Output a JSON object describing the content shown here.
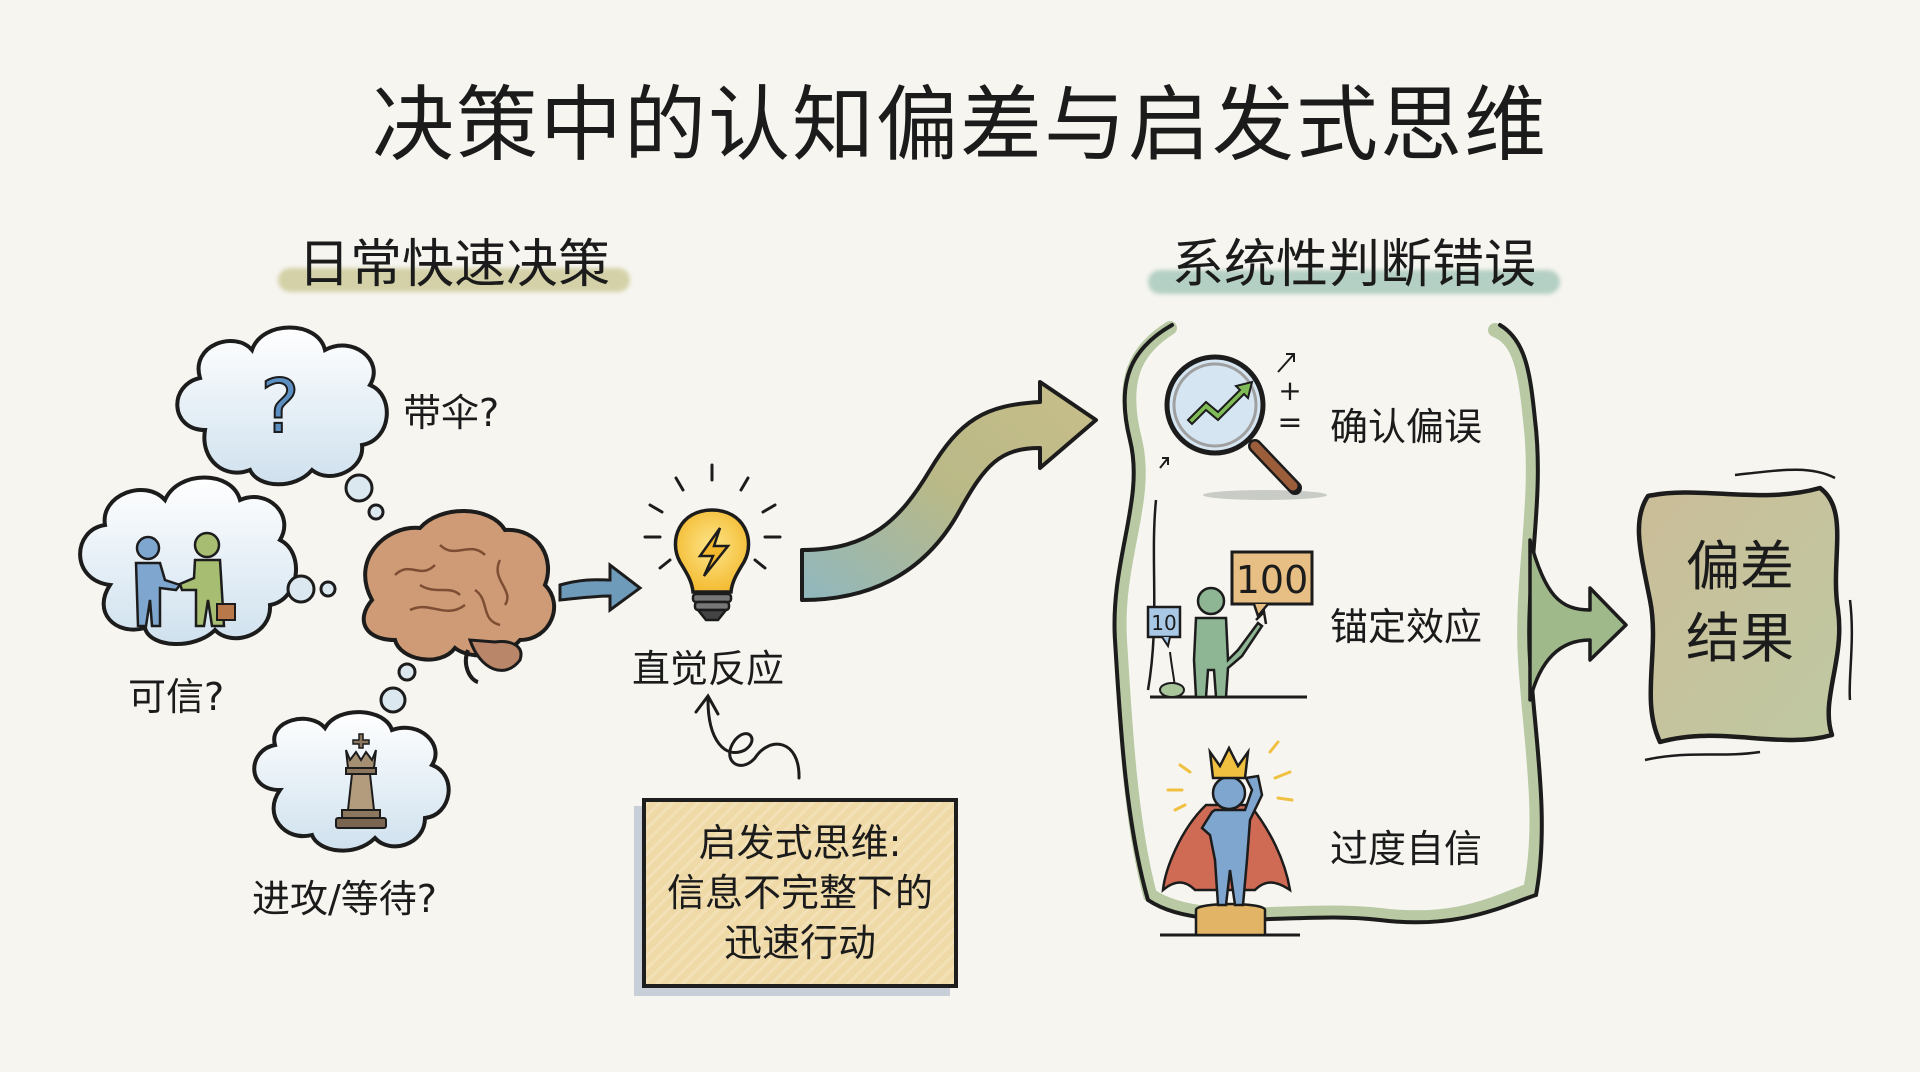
{
  "title": "决策中的认知偏差与启发式思维",
  "left_section": {
    "heading": "日常快速决策",
    "thoughts": [
      {
        "icon": "question-mark-icon",
        "label": "带伞?"
      },
      {
        "icon": "handshake-icon",
        "label": "可信?"
      },
      {
        "icon": "chess-king-icon",
        "label": "进攻/等待?"
      }
    ],
    "center_icon": "brain-icon",
    "lightbulb": {
      "icon": "lightbulb-icon",
      "label": "直觉反应"
    },
    "note": {
      "lines": [
        "启发式思维:",
        "信息不完整下的",
        "迅速行动"
      ]
    }
  },
  "right_section": {
    "heading": "系统性判断错误",
    "biases": [
      {
        "icon": "magnifier-chart-icon",
        "label": "确认偏误",
        "symbols": [
          "+",
          "="
        ]
      },
      {
        "icon": "anchor-person-icon",
        "label": "锚定效应",
        "small_value": "10",
        "large_value": "100"
      },
      {
        "icon": "crowned-hero-icon",
        "label": "过度自信"
      }
    ],
    "result": {
      "lines": [
        "偏差",
        "结果"
      ]
    }
  },
  "colors": {
    "background": "#f6f5f0",
    "left_highlight": "#c9c690",
    "right_highlight": "#9fc3b5",
    "bracket_green": "#b8c9a4",
    "arrow_blue": "#6f9bbb",
    "arrow_olive": "#b7b27f",
    "note_fill": "#efd9a6",
    "result_fill": "#c9c29a",
    "bulb_yellow": "#f7c83a"
  }
}
